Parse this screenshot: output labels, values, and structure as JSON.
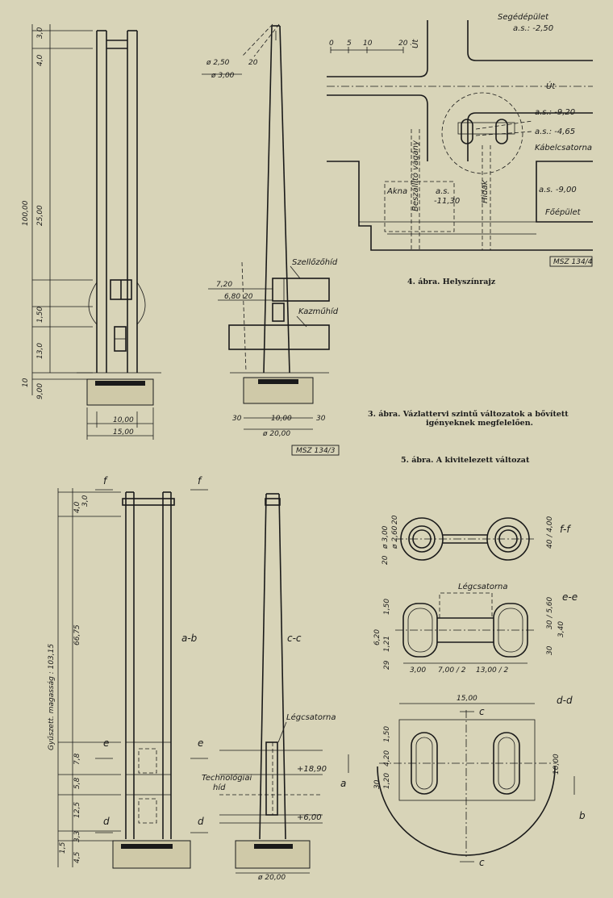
{
  "fig3": {
    "caption": "3. ábra. Vázlattervi szintű változatok a bővített igényeknek megfelelően.",
    "caption_line1": "3. ábra. Vázlattervi szintű változatok a bővített",
    "caption_line2": "igényeknek megfelelően.",
    "front_dims": [
      "3,0",
      "4,0",
      "100,00",
      "25,00",
      "1,50",
      "13,0",
      "10",
      "9,00"
    ],
    "base_dims": [
      "10,00",
      "15,00"
    ],
    "side_dims": {
      "d_outer": "ø 2,50",
      "d_inner": "ø 3,00",
      "d_20": "20",
      "w_720": "7,20",
      "w_680": "6,80",
      "w_20": "20",
      "b_30a": "30",
      "b_10": "10,00",
      "b_30b": "30",
      "b_d20": "ø 20,00"
    },
    "labels": {
      "szellozo": "Szellőzőhíd",
      "kazmu": "Kazműhíd"
    },
    "stamp": "MSZ 134/3"
  },
  "fig4": {
    "caption": "4. ábra. Helyszínrajz",
    "scale": [
      "0",
      "5",
      "10",
      "20"
    ],
    "labels": {
      "segedepulet": "Segédépület",
      "as_250": "a.s.: -2,50",
      "ut_top": "Út",
      "ut_mid": "Út",
      "as_920": "a.s.: -9,20",
      "as_465": "a.s.: -4,65",
      "kabel": "Kábelcsatorna",
      "beszallito": "Beszállító vágány",
      "hidak": "Hidak",
      "akna": "Akna",
      "as_1130a": "a.s.",
      "as_1130b": "-11,30",
      "as_900": "a.s. -9,00",
      "foepulet": "Főépület"
    },
    "stamp": "MSZ 134/4"
  },
  "fig5": {
    "caption": "5. ábra. A kivitelezett változat",
    "front_dims": [
      "4,0",
      "3,0",
      "66,75",
      "7,8",
      "5,8",
      "12,5",
      "3,3",
      "1,5",
      "4,5"
    ],
    "height_label": "Gyűszett. magasság : 103,15",
    "section_marks": {
      "f": "f",
      "e": "e",
      "d": "d",
      "ab": "a-b",
      "cc": "c-c",
      "a": "a",
      "b": "b",
      "c": "c"
    },
    "labels": {
      "legcsatorna": "Légcsatorna",
      "technologiai": "Technológiai",
      "hid": "híd",
      "elev_1890": "+18,90",
      "elev_600": "+6,00",
      "d_base": "ø 20,00"
    },
    "ff": {
      "title": "f-f",
      "d1": "ø 3,00",
      "d2": "ø 2,60",
      "t20a": "20",
      "t20b": "20",
      "h": "40 / 4,00"
    },
    "ee": {
      "title": "e-e",
      "legcsatorna": "Légcsatorna",
      "d150": "1,50",
      "d620": "6,20",
      "d121": "1,21",
      "d29": "29",
      "w300": "3,00",
      "w700": "7,00 / 2",
      "w1300": "13,00 / 2",
      "h3060": "30 / 5,60",
      "h340": "3,40",
      "h30": "30"
    },
    "dd": {
      "title": "d-d",
      "w1500": "15,00",
      "h1000": "10,00",
      "d150": "1,50",
      "d420": "4,20",
      "d30": "30",
      "d120": "1,20"
    }
  }
}
